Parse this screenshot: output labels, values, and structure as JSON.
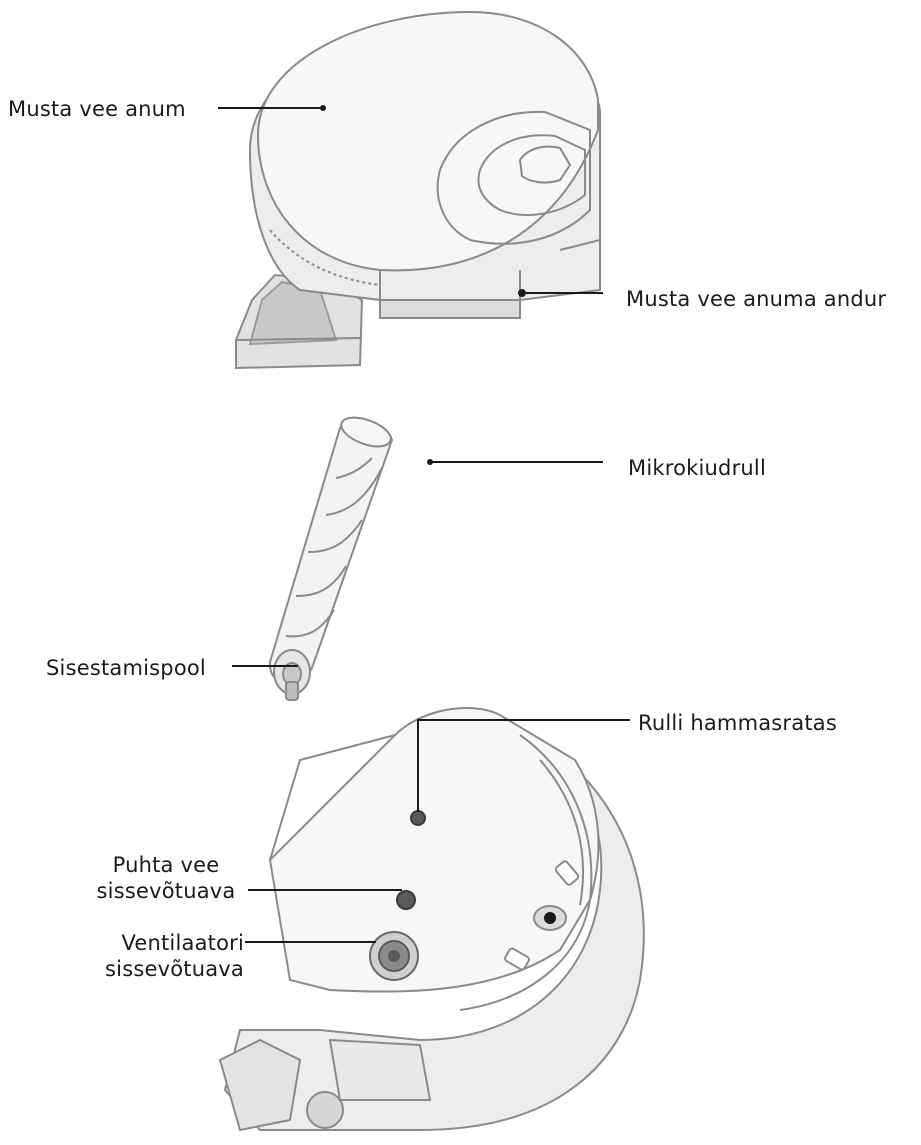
{
  "labels": {
    "dirty_water_tank": "Musta vee anum",
    "dirty_water_tank_sensor": "Musta vee anuma andur",
    "microfiber_roller": "Mikrokiudrull",
    "insertion_end": "Sisestamispool",
    "roller_gear": "Rulli hammasratas",
    "clean_water_inlet_line1": "Puhta vee",
    "clean_water_inlet_line2": "sissevõtuava",
    "fan_inlet_line1": "Ventilaatori",
    "fan_inlet_line2": "sissevõtuava"
  },
  "colors": {
    "line": "#1a1a1a",
    "outline": "#8a8a8a",
    "fill": "#f4f4f4",
    "shade": "#d9d9d9"
  }
}
